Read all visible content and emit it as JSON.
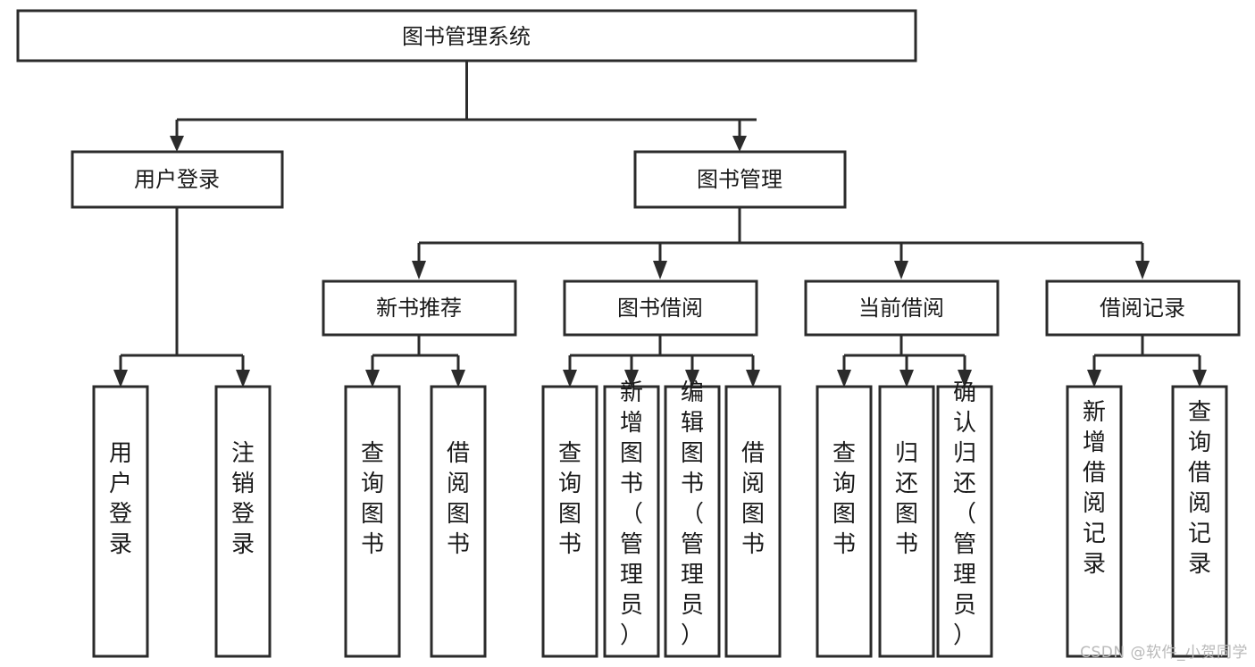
{
  "diagram": {
    "title": "图书管理系统",
    "type": "hierarchy-tree",
    "colors": {
      "box_stroke": "#2b2b2b",
      "box_fill": "#ffffff",
      "text": "#1a1a1a",
      "background": "#ffffff",
      "watermark": "#b9b9b9"
    },
    "root": {
      "label": "图书管理系统",
      "orientation": "horizontal"
    },
    "level2": [
      {
        "label": "用户登录",
        "orientation": "horizontal"
      },
      {
        "label": "图书管理",
        "orientation": "horizontal"
      }
    ],
    "level3": [
      {
        "label": "新书推荐",
        "orientation": "horizontal"
      },
      {
        "label": "图书借阅",
        "orientation": "horizontal"
      },
      {
        "label": "当前借阅",
        "orientation": "horizontal"
      },
      {
        "label": "借阅记录",
        "orientation": "horizontal"
      }
    ],
    "leaves": {
      "user_login": [
        {
          "label": "用户登录",
          "orientation": "vertical"
        },
        {
          "label": "注销登录",
          "orientation": "vertical"
        }
      ],
      "new_book_recommend": [
        {
          "label": "查询图书",
          "orientation": "vertical"
        },
        {
          "label": "借阅图书",
          "orientation": "vertical"
        }
      ],
      "book_borrow": [
        {
          "label": "查询图书",
          "orientation": "vertical"
        },
        {
          "label": "新增图书（管理员）",
          "orientation": "vertical"
        },
        {
          "label": "编辑图书（管理员）",
          "orientation": "vertical"
        },
        {
          "label": "借阅图书",
          "orientation": "vertical"
        }
      ],
      "current_borrow": [
        {
          "label": "查询图书",
          "orientation": "vertical"
        },
        {
          "label": "归还图书",
          "orientation": "vertical"
        },
        {
          "label": "确认归还（管理员）",
          "orientation": "vertical"
        }
      ],
      "borrow_record": [
        {
          "label": "新增借阅记录",
          "orientation": "vertical"
        },
        {
          "label": "查询借阅记录",
          "orientation": "vertical"
        }
      ]
    }
  },
  "watermark": {
    "text": "CSDN @软件_小贺同学"
  }
}
